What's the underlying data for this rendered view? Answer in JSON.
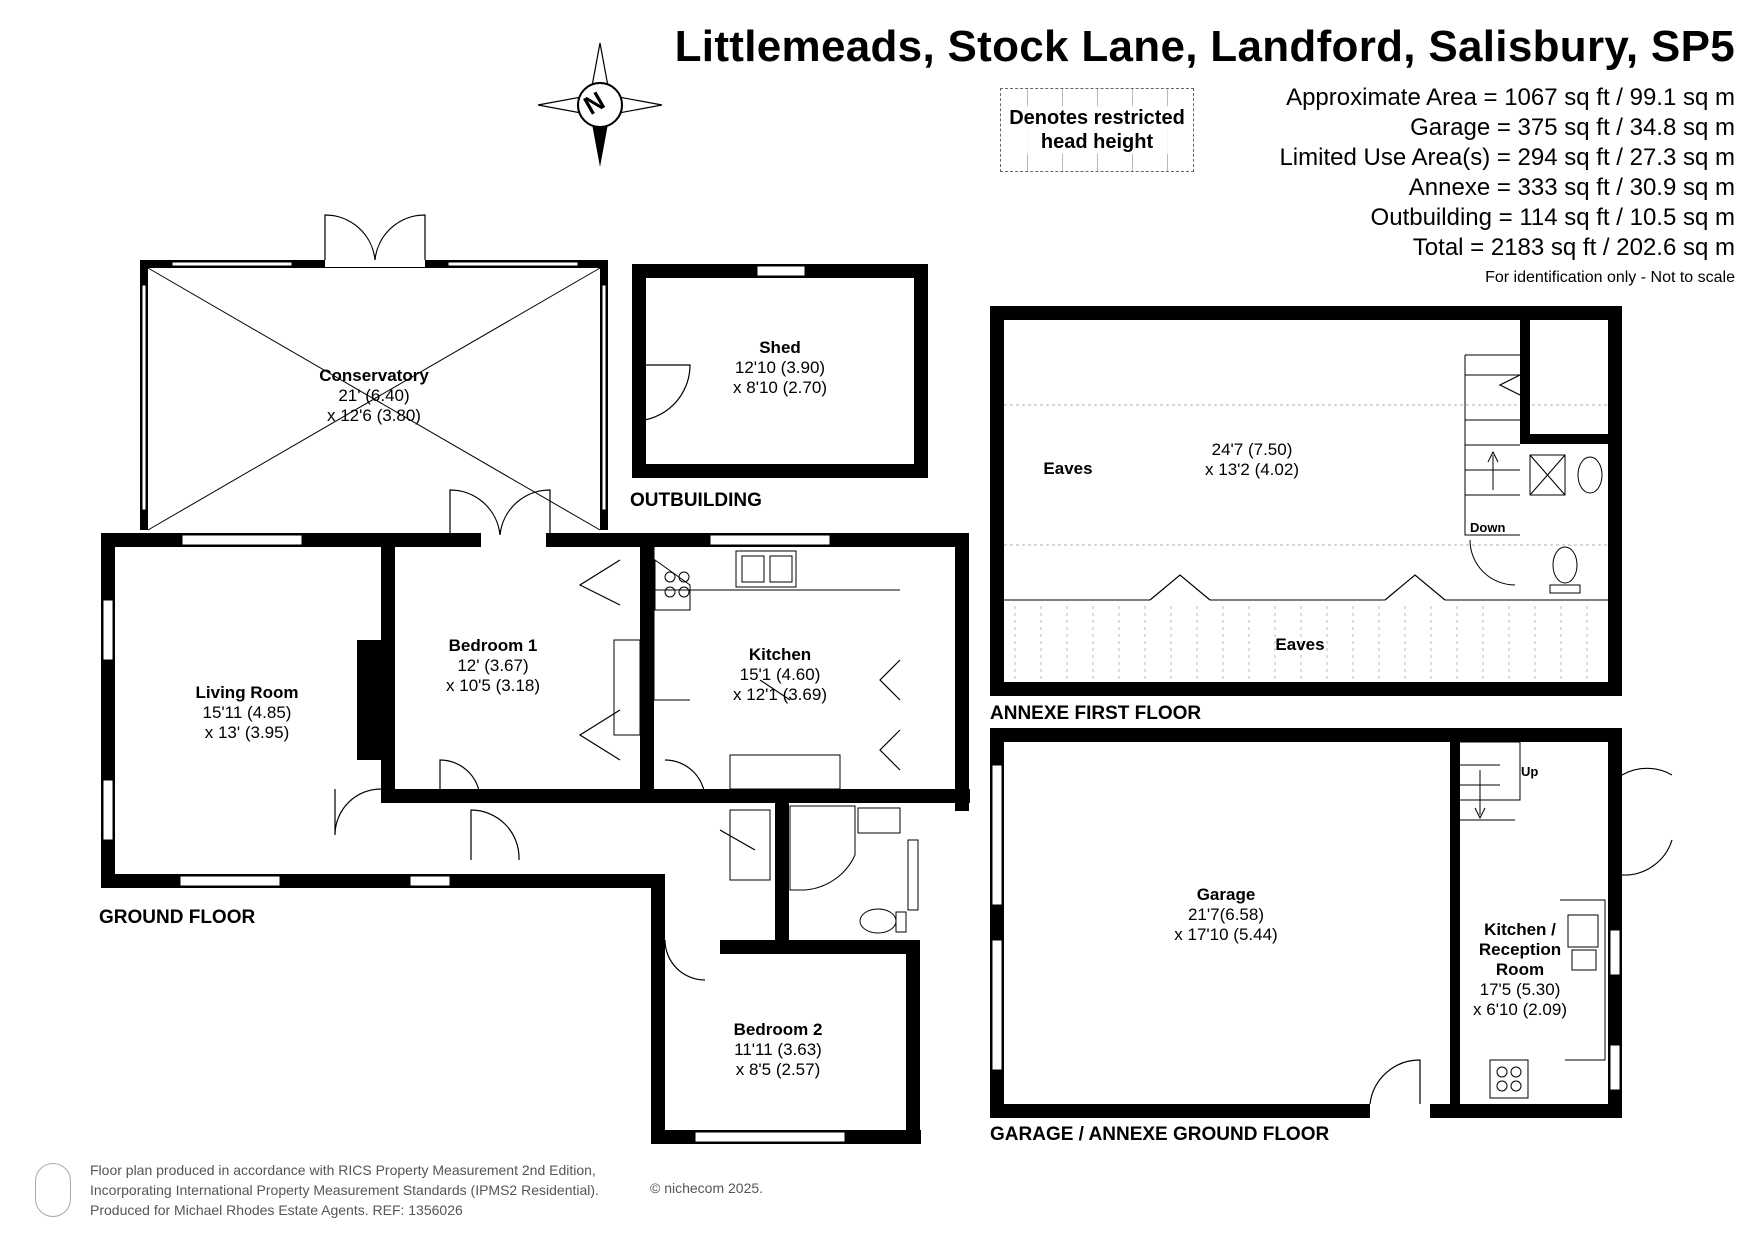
{
  "header": {
    "title": "Littlemeads, Stock Lane, Landford, Salisbury, SP5",
    "areas": [
      "Approximate Area = 1067 sq ft / 99.1 sq m",
      "Garage = 375 sq ft / 34.8 sq m",
      "Limited Use Area(s) = 294 sq ft / 27.3 sq m",
      "Annexe = 333 sq ft / 30.9 sq m",
      "Outbuilding = 114 sq ft / 10.5 sq m",
      "Total = 2183 sq ft / 202.6 sq m"
    ],
    "disclaimer": "For identification only - Not to scale"
  },
  "legend": {
    "line1": "Denotes restricted",
    "line2": "head height"
  },
  "compass": {
    "label": "N"
  },
  "rooms": {
    "conservatory": {
      "name": "Conservatory",
      "dim1": "21' (6.40)",
      "dim2": "x 12'6 (3.80)"
    },
    "shed": {
      "name": "Shed",
      "dim1": "12'10 (3.90)",
      "dim2": "x 8'10 (2.70)"
    },
    "living": {
      "name": "Living Room",
      "dim1": "15'11 (4.85)",
      "dim2": "x 13' (3.95)"
    },
    "bedroom1": {
      "name": "Bedroom 1",
      "dim1": "12' (3.67)",
      "dim2": "x 10'5 (3.18)"
    },
    "kitchen": {
      "name": "Kitchen",
      "dim1": "15'1 (4.60)",
      "dim2": "x 12'1 (3.69)"
    },
    "bedroom2": {
      "name": "Bedroom 2",
      "dim1": "11'11 (3.63)",
      "dim2": "x 8'5 (2.57)"
    },
    "annexe_upper": {
      "dim1": "24'7 (7.50)",
      "dim2": "x 13'2 (4.02)"
    },
    "eaves_left": "Eaves",
    "eaves_bottom": "Eaves",
    "garage": {
      "name": "Garage",
      "dim1": "21'7(6.58)",
      "dim2": "x 17'10 (5.44)"
    },
    "kitchen_reception": {
      "name1": "Kitchen /",
      "name2": "Reception",
      "name3": "Room",
      "dim1": "17'5 (5.30)",
      "dim2": "x 6'10 (2.09)"
    }
  },
  "stairs": {
    "down": "Down",
    "up": "Up"
  },
  "floors": {
    "ground": "GROUND FLOOR",
    "outbuilding": "OUTBUILDING",
    "annexe_first": "ANNEXE FIRST FLOOR",
    "garage_ground": "GARAGE / ANNEXE GROUND FLOOR"
  },
  "footer": {
    "line1": "Floor plan produced in accordance with RICS Property Measurement 2nd Edition,",
    "line2": "Incorporating International Property Measurement Standards (IPMS2 Residential).",
    "line3": "Produced for Michael Rhodes Estate Agents.   REF: 1356026",
    "copyright": "© nichecom 2025."
  }
}
